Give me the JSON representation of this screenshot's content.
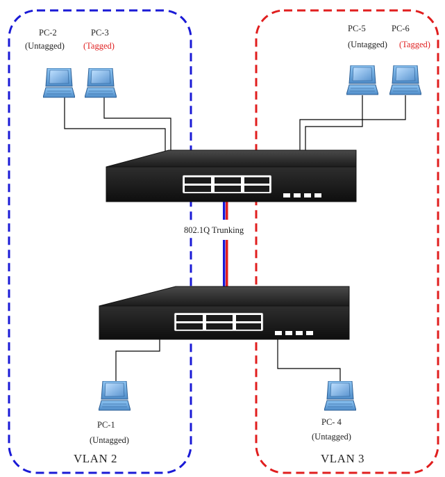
{
  "vlans": [
    {
      "name": "VLAN 2",
      "color": "#1a1ad6"
    },
    {
      "name": "VLAN 3",
      "color": "#e01e1e"
    }
  ],
  "trunk": {
    "label": "802.1Q Trunking",
    "colors": [
      "#1a1ad6",
      "#e01e1e"
    ]
  },
  "pcs": {
    "pc1": {
      "name": "PC-1",
      "mode": "(Untagged)"
    },
    "pc2": {
      "name": "PC-2",
      "mode": "(Untagged)"
    },
    "pc3": {
      "name": "PC-3",
      "mode": "(Tagged)"
    },
    "pc4": {
      "name": "PC- 4",
      "mode": "(Untagged)"
    },
    "pc5": {
      "name": "PC-5",
      "mode": "(Untagged)"
    },
    "pc6": {
      "name": "PC-6",
      "mode": "(Tagged)"
    }
  },
  "icons": [
    "pc-icon",
    "switch-icon"
  ],
  "colors": {
    "tagged": "#e02020",
    "cable": "#000000",
    "pc_body": "#6aa7dd",
    "switch_body": "#2a2a2a"
  }
}
